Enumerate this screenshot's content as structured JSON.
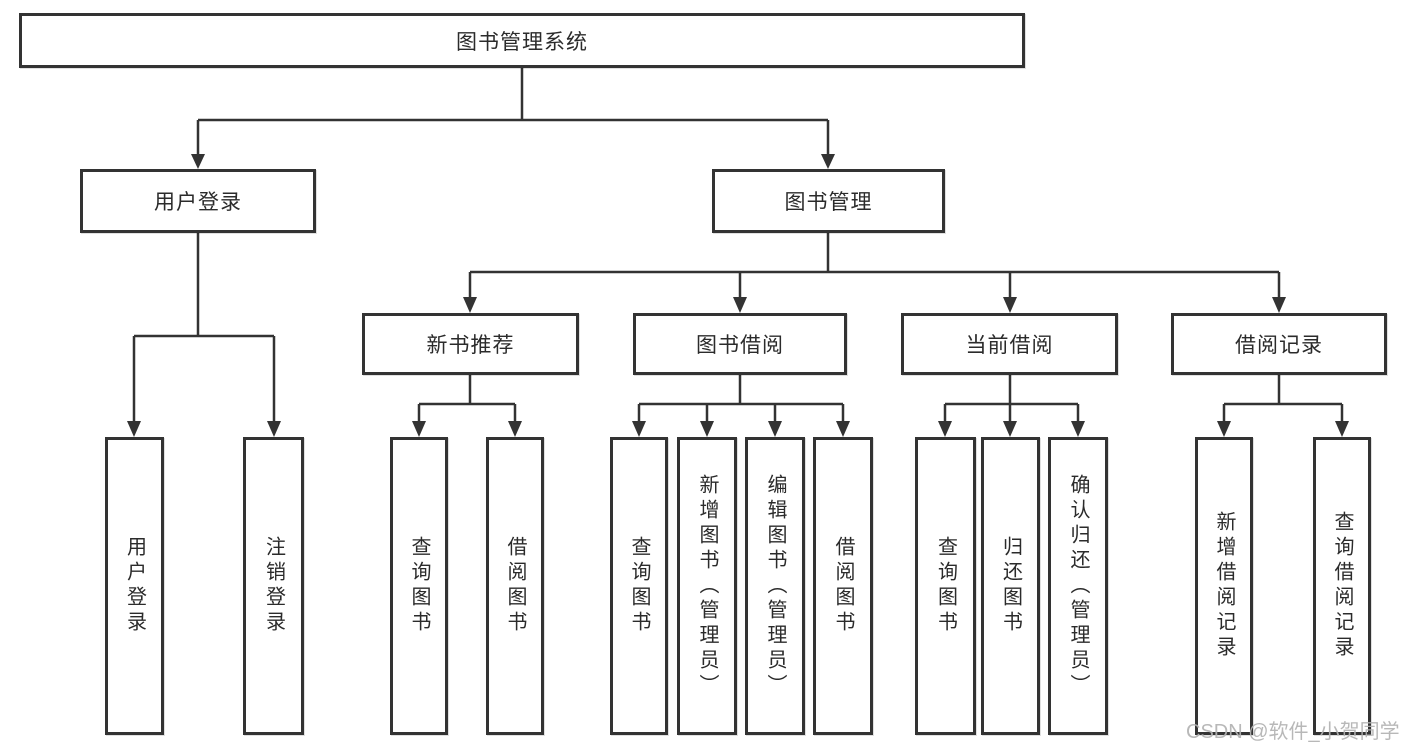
{
  "diagram": {
    "type": "hierarchy",
    "tree": {
      "label": "图书管理系统",
      "children": [
        {
          "label": "用户登录",
          "children": [
            {
              "label": "用户登录"
            },
            {
              "label": "注销登录"
            }
          ]
        },
        {
          "label": "图书管理",
          "children": [
            {
              "label": "新书推荐",
              "children": [
                {
                  "label": "查询图书"
                },
                {
                  "label": "借阅图书"
                }
              ]
            },
            {
              "label": "图书借阅",
              "children": [
                {
                  "label": "查询图书"
                },
                {
                  "label": "新增图书（管理员）"
                },
                {
                  "label": "编辑图书（管理员）"
                },
                {
                  "label": "借阅图书"
                }
              ]
            },
            {
              "label": "当前借阅",
              "children": [
                {
                  "label": "查询图书"
                },
                {
                  "label": "归还图书"
                },
                {
                  "label": "确认归还（管理员）"
                }
              ]
            },
            {
              "label": "借阅记录",
              "children": [
                {
                  "label": "新增借阅记录"
                },
                {
                  "label": "查询借阅记录"
                }
              ]
            }
          ]
        }
      ]
    },
    "colors": {
      "line": "#333333",
      "box_border": "#333333",
      "text": "#2b2b2b",
      "background": "#ffffff",
      "watermark": "#b3b3b3"
    }
  },
  "watermark": {
    "text": "CSDN @软件_小贺同学"
  }
}
